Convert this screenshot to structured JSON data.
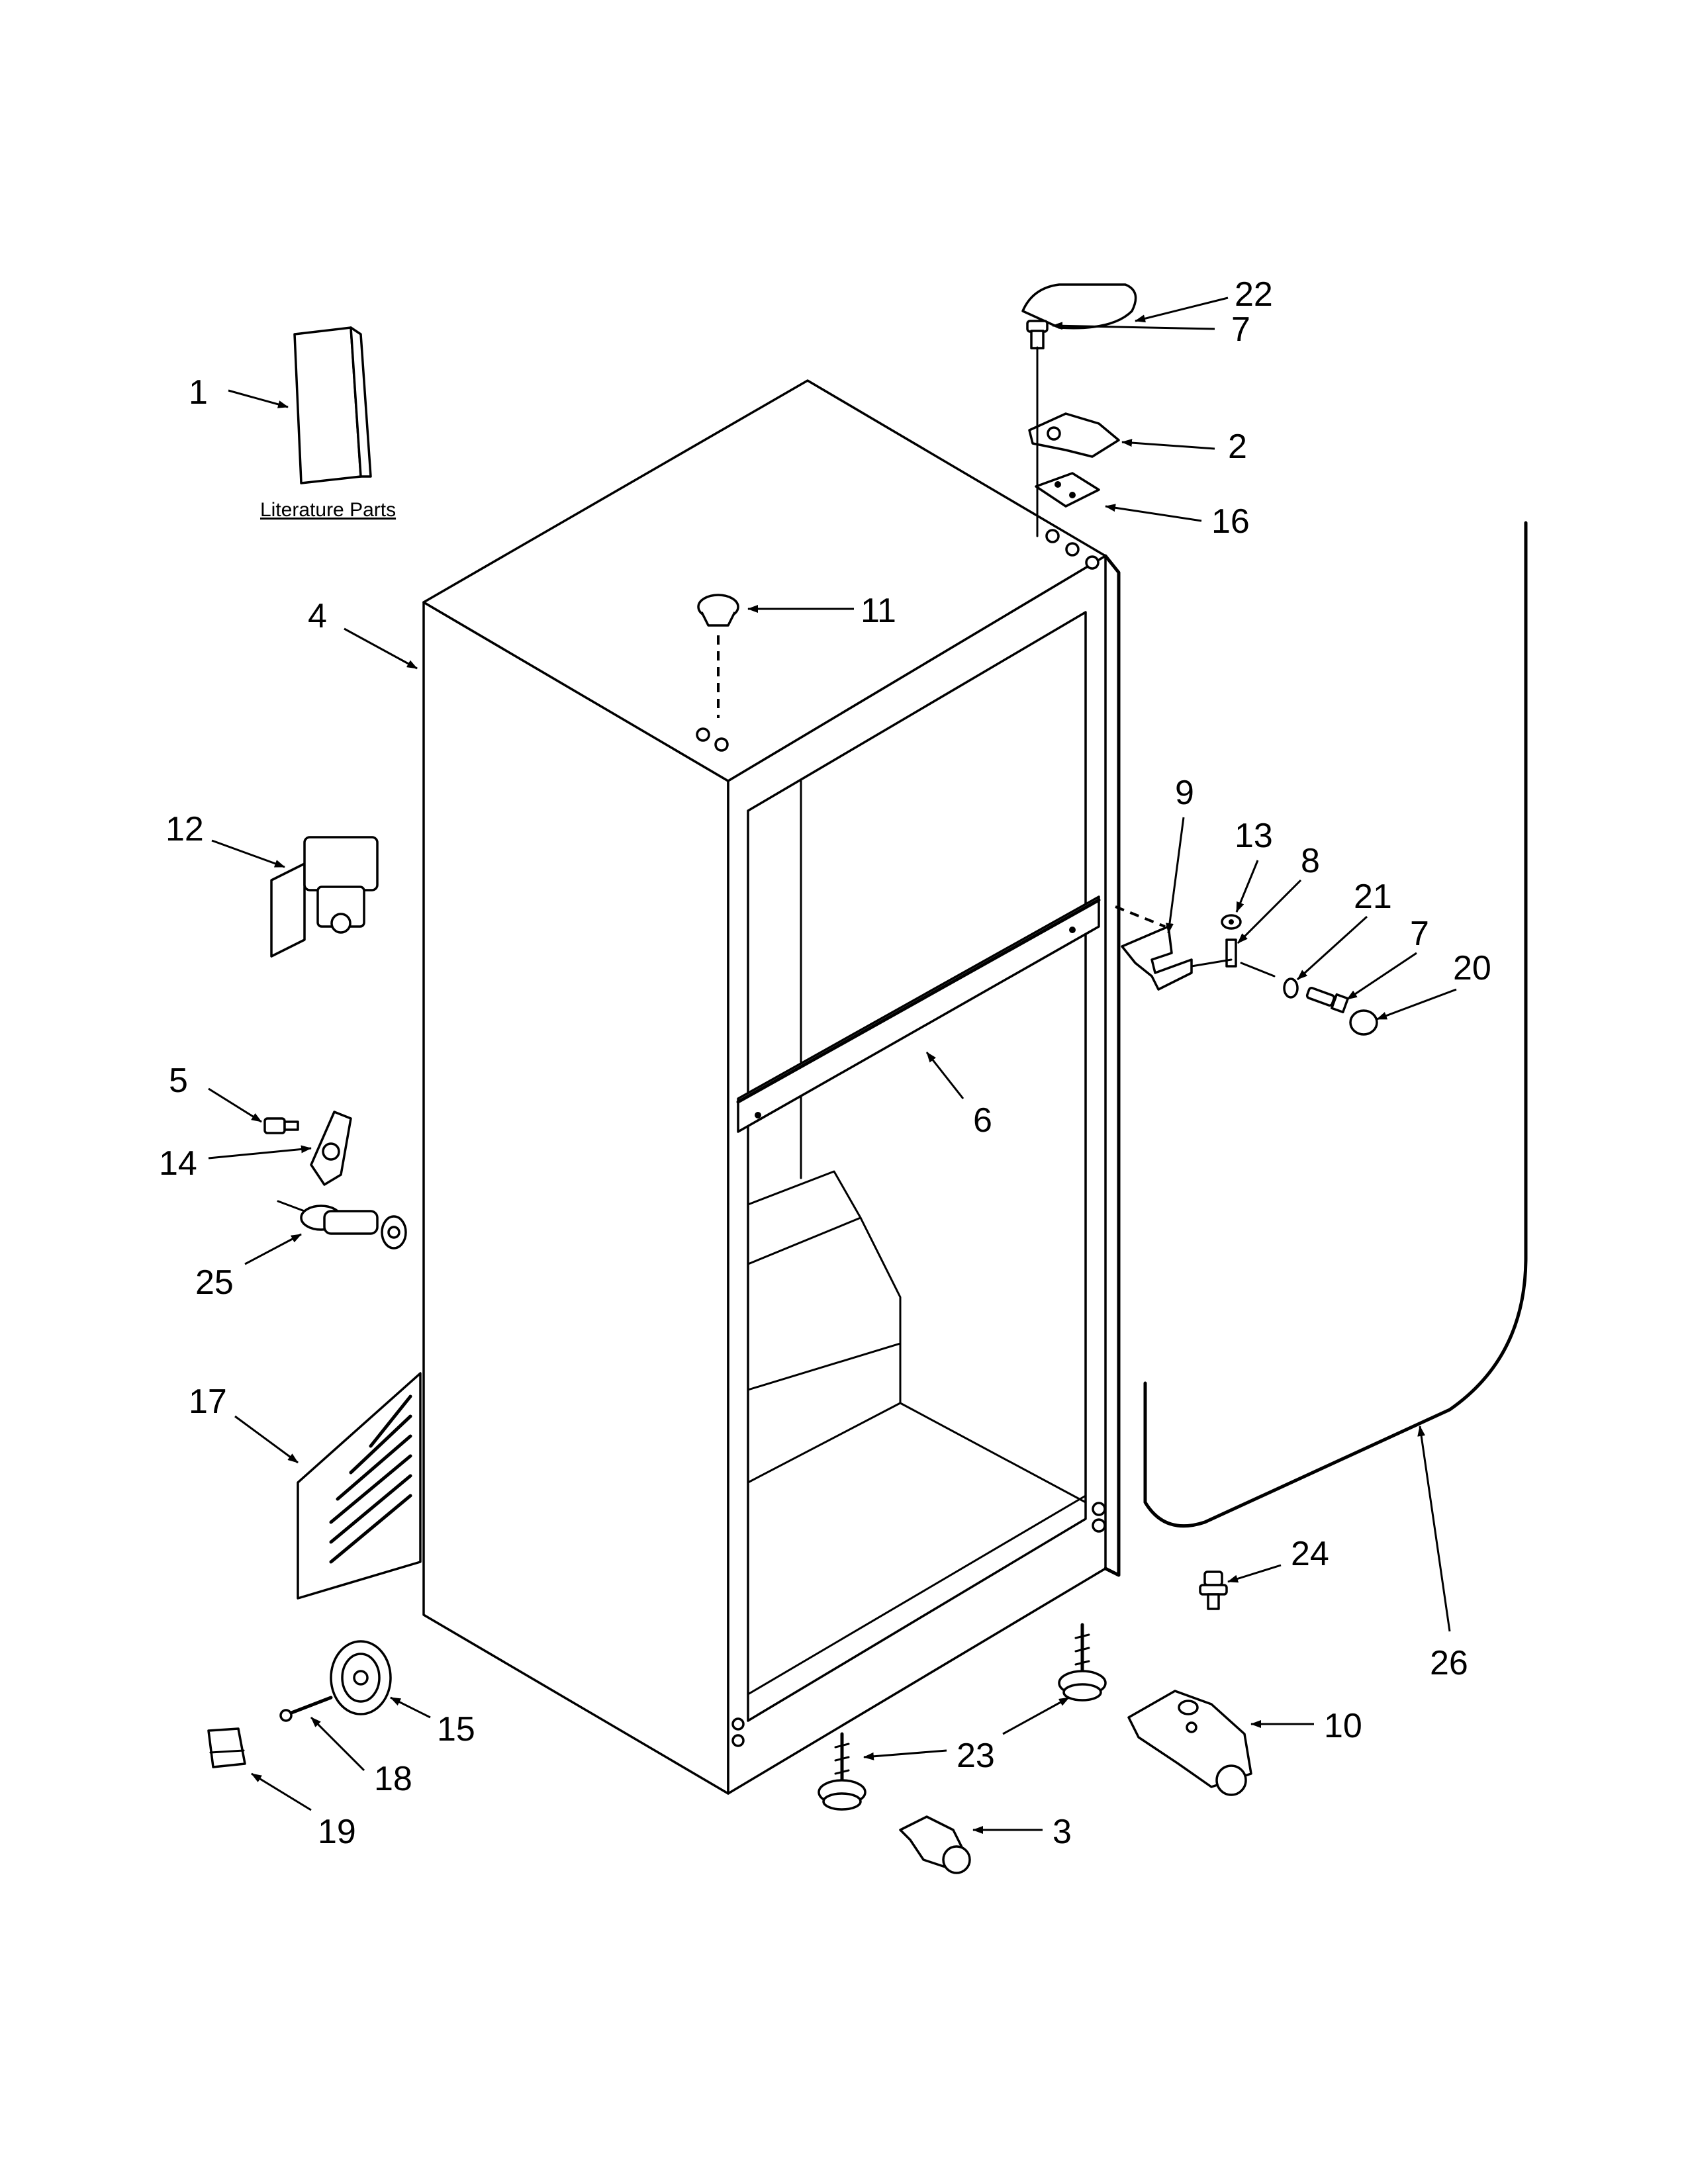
{
  "literature_label": "Literature Parts",
  "callouts": {
    "c1": "1",
    "c2": "2",
    "c3": "3",
    "c4": "4",
    "c5": "5",
    "c6": "6",
    "c7a": "7",
    "c7b": "7",
    "c8": "8",
    "c9": "9",
    "c10": "10",
    "c11": "11",
    "c12": "12",
    "c13": "13",
    "c14": "14",
    "c15": "15",
    "c16": "16",
    "c17": "17",
    "c18": "18",
    "c19": "19",
    "c20": "20",
    "c21": "21",
    "c22": "22",
    "c23": "23",
    "c24": "24",
    "c25": "25",
    "c26": "26"
  }
}
